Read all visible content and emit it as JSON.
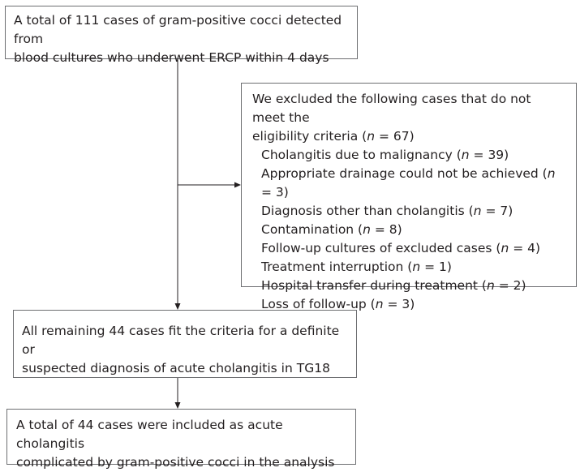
{
  "flowchart": {
    "top_box": {
      "line1": "A total of 111 cases of gram-positive cocci detected from",
      "line2": "blood cultures who underwent ERCP within 4 days"
    },
    "exclusion_box": {
      "header_line1": "We excluded the following cases that do not meet the",
      "header_line2_pre": "eligibility criteria (",
      "header_line2_n": "n",
      "header_line2_post": " = 67)",
      "items": [
        {
          "pre": "Cholangitis due to malignancy (",
          "n": "n",
          "post": " = 39)"
        },
        {
          "pre": "Appropriate drainage could not be achieved (",
          "n": "n",
          "post": " = 3)"
        },
        {
          "pre": "Diagnosis other than cholangitis (",
          "n": "n",
          "post": " = 7)"
        },
        {
          "pre": "Contamination (",
          "n": "n",
          "post": " = 8)"
        },
        {
          "pre": "Follow-up cultures of excluded cases (",
          "n": "n",
          "post": " = 4)"
        },
        {
          "pre": "Treatment interruption (",
          "n": "n",
          "post": " = 1)"
        },
        {
          "pre": "Hospital transfer during treatment (",
          "n": "n",
          "post": " = 2)"
        },
        {
          "pre": "Loss of follow-up (",
          "n": "n",
          "post": " = 3)"
        }
      ]
    },
    "middle_box": {
      "line1": "All remaining 44 cases fit the criteria for a definite or",
      "line2": "suspected diagnosis of acute cholangitis in TG18"
    },
    "bottom_box": {
      "line1": "A total of 44 cases were included as acute cholangitis",
      "line2": "complicated by gram-positive cocci in the analysis"
    },
    "colors": {
      "line": "#231f20",
      "border": "#6d6e71",
      "text": "#231f20"
    }
  }
}
